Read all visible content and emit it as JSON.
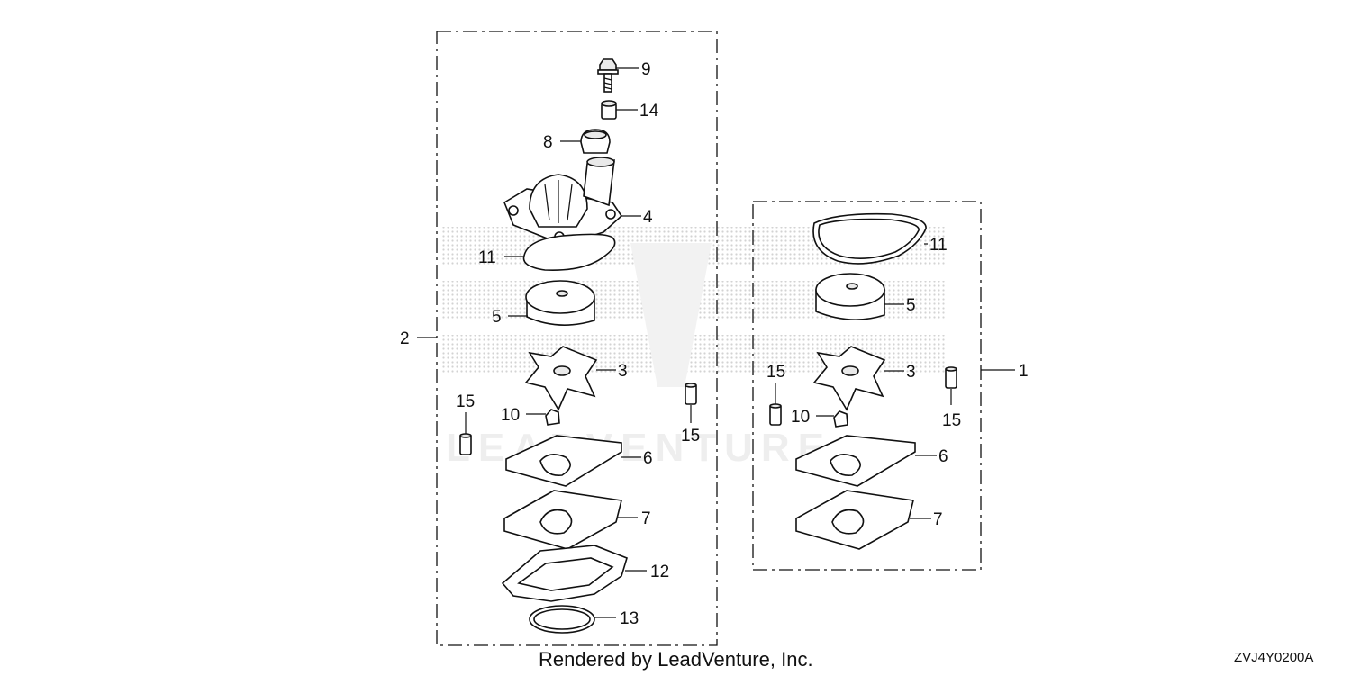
{
  "diagram": {
    "drawing_code": "ZVJ4Y0200A",
    "credit": "Rendered by LeadVenture, Inc.",
    "watermark": "LEADVENTURE",
    "assemblies": [
      {
        "id": "2",
        "parts": [
          "9",
          "14",
          "8",
          "4",
          "11",
          "5",
          "3",
          "10",
          "15",
          "15",
          "6",
          "7",
          "12",
          "13"
        ]
      },
      {
        "id": "1",
        "parts": [
          "11",
          "5",
          "3",
          "15",
          "10",
          "15",
          "6",
          "7"
        ]
      }
    ]
  }
}
